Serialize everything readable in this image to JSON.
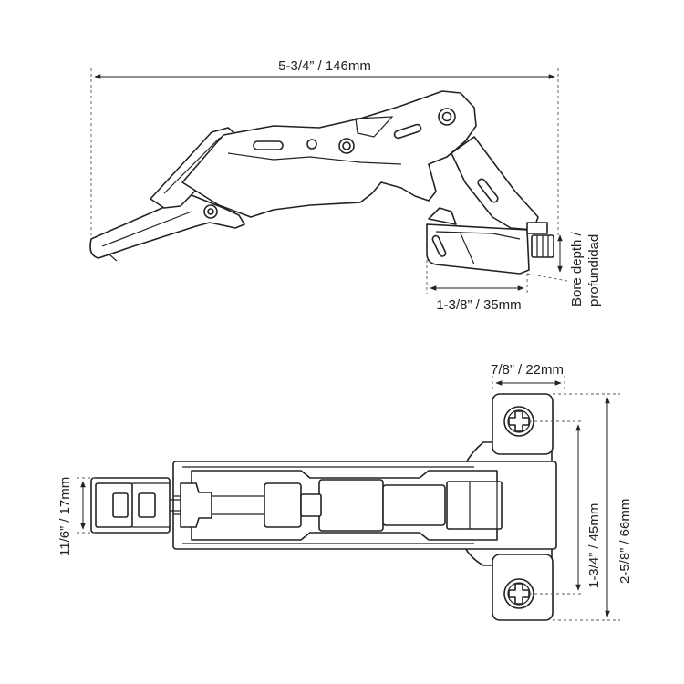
{
  "colors": {
    "line": "#222222",
    "dash": "#555555",
    "background": "#ffffff"
  },
  "side_view": {
    "overall_length": "5-3/4” / 146mm",
    "cup_width": "1-3/8” / 35mm",
    "bore_depth": [
      "Bore depth /",
      "profundidad"
    ]
  },
  "top_view": {
    "arm_width": "11/6” / 17mm",
    "plate_width": "7/8” / 22mm",
    "screw_spacing": "1-3/4” / 45mm",
    "plate_length": "2-5/8” / 66mm"
  },
  "icons": [
    "phillips-screw-icon",
    "phillips-screw-icon"
  ]
}
